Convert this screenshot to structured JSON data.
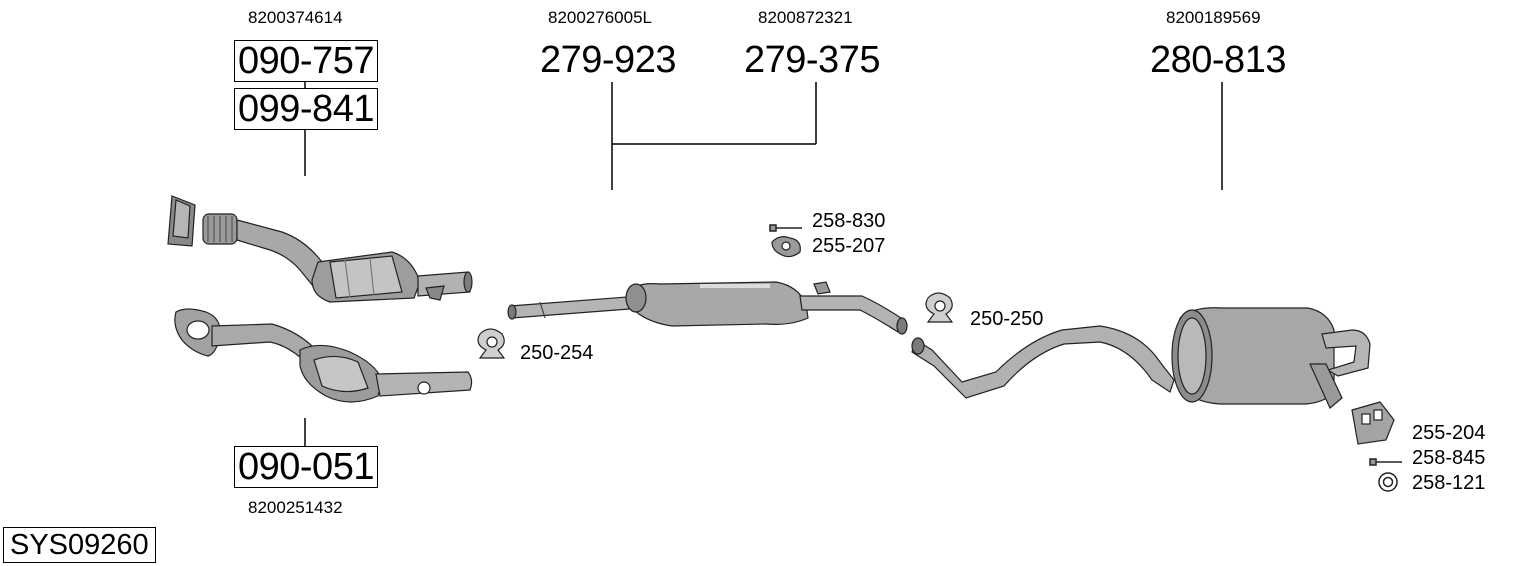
{
  "title": "SYS09260",
  "parts": {
    "front_upper": {
      "oe": "8200374614",
      "numbers": [
        "090-757",
        "099-841"
      ]
    },
    "front_lower": {
      "oe": "8200251432",
      "number": "090-051"
    },
    "middle_a": {
      "oe": "8200276005L",
      "number": "279-923"
    },
    "middle_b": {
      "oe": "8200872321",
      "number": "279-375"
    },
    "rear": {
      "oe": "8200189569",
      "number": "280-813"
    }
  },
  "hardware": {
    "clamp_front": "250-254",
    "clamp_mid": "250-250",
    "bolt_mid": "258-830",
    "hanger_mid": "255-207",
    "hanger_rear": "255-204",
    "bolt_rear": "258-845",
    "ring_rear": "258-121"
  }
}
